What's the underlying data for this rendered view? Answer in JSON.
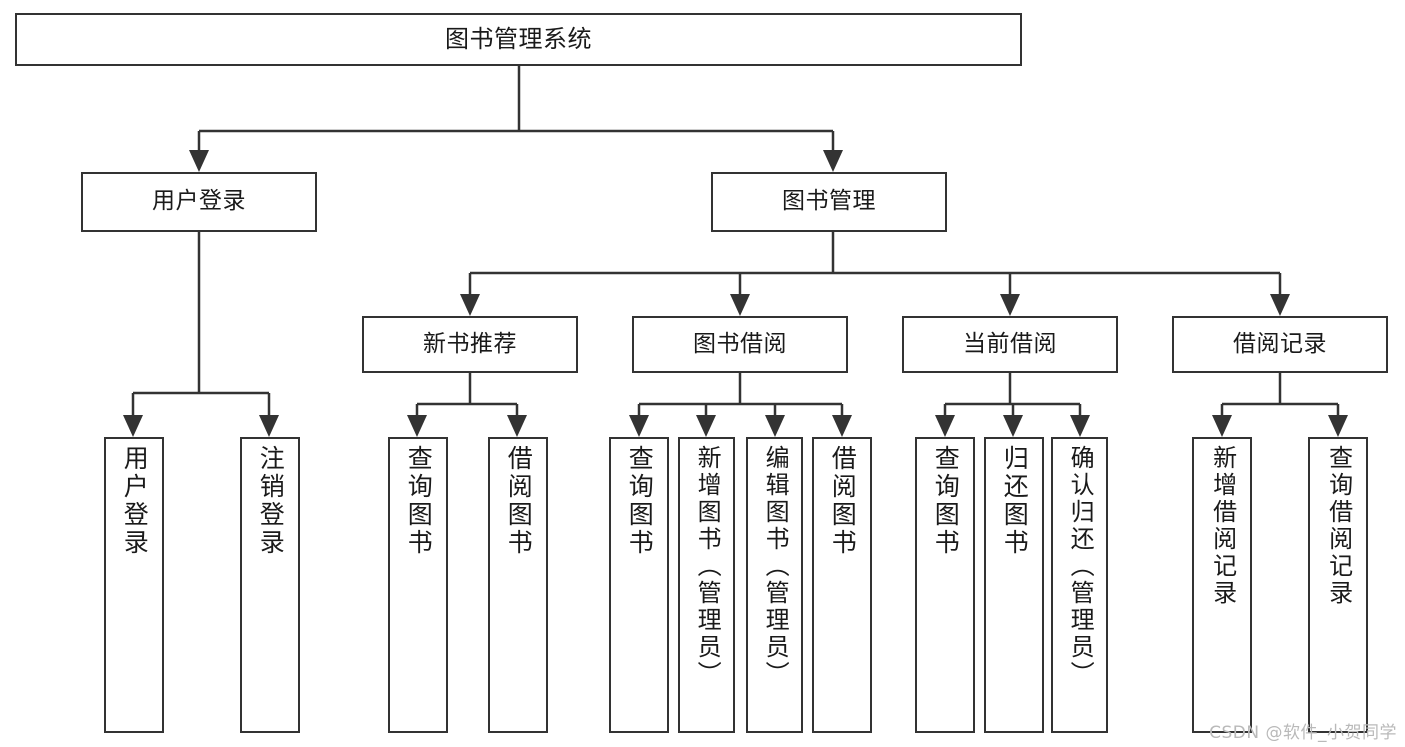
{
  "diagram": {
    "title": "图书管理系统",
    "type": "tree",
    "watermark": "CSDN @软件_小贺同学",
    "colors": {
      "stroke": "#333333",
      "background": "#ffffff",
      "text": "#1a1a1a",
      "watermark": "#b9b9b9"
    },
    "root": {
      "label": "图书管理系统"
    },
    "tier2": [
      {
        "label": "用户登录"
      },
      {
        "label": "图书管理"
      }
    ],
    "tier3": [
      {
        "label": "新书推荐"
      },
      {
        "label": "图书借阅"
      },
      {
        "label": "当前借阅"
      },
      {
        "label": "借阅记录"
      }
    ],
    "leaves": {
      "user_login": [
        {
          "label": "用户登录"
        },
        {
          "label": "注销登录"
        }
      ],
      "new_book": [
        {
          "label": "查询图书"
        },
        {
          "label": "借阅图书"
        }
      ],
      "book_borrow": [
        {
          "label": "查询图书"
        },
        {
          "label": "新增图书（管理员）"
        },
        {
          "label": "编辑图书（管理员）"
        },
        {
          "label": "借阅图书"
        }
      ],
      "current_borrow": [
        {
          "label": "查询图书"
        },
        {
          "label": "归还图书"
        },
        {
          "label": "确认归还（管理员）"
        }
      ],
      "borrow_record": [
        {
          "label": "新增借阅记录"
        },
        {
          "label": "查询借阅记录"
        }
      ]
    }
  }
}
